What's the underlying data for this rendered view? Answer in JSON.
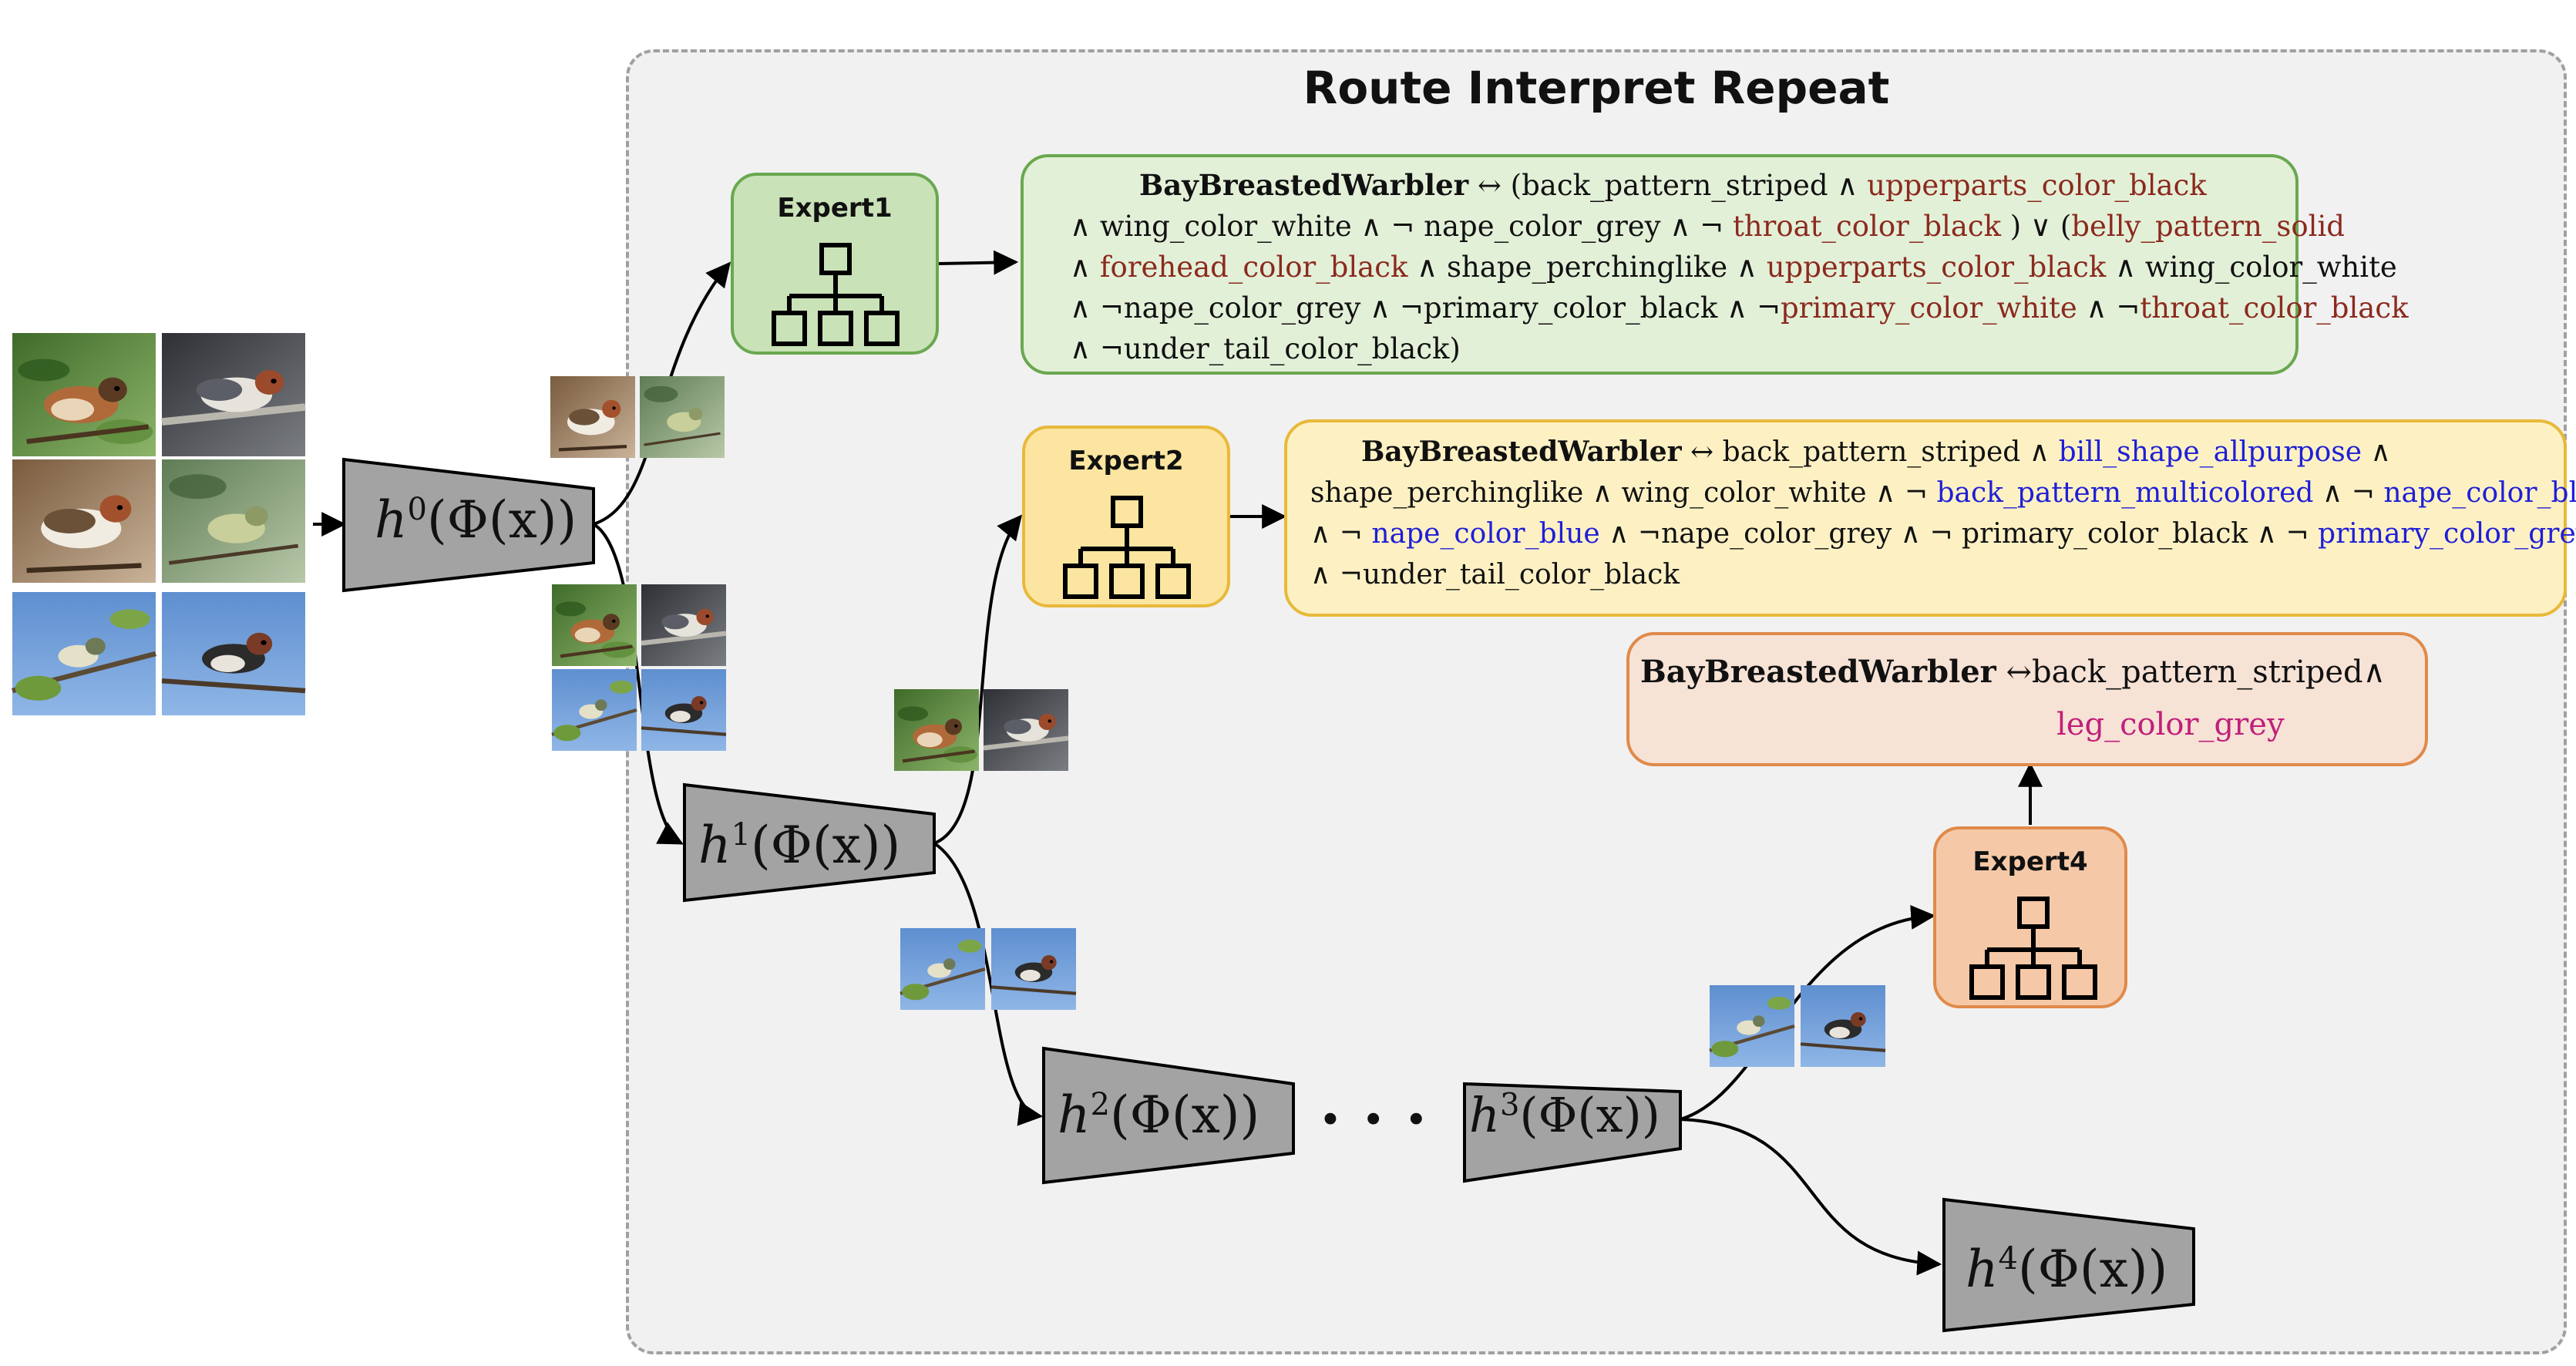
{
  "title": "Route Interpret Repeat",
  "experts": [
    {
      "label": "Expert1"
    },
    {
      "label": "Expert2"
    },
    {
      "label": "Expert4"
    }
  ],
  "selectors": [
    {
      "base": "h",
      "sup": "0",
      "arg": "(Φ(x))"
    },
    {
      "base": "h",
      "sup": "1",
      "arg": "(Φ(x))"
    },
    {
      "base": "h",
      "sup": "2",
      "arg": "(Φ(x))"
    },
    {
      "base": "h",
      "sup": "3",
      "arg": "(Φ(x))"
    },
    {
      "base": "h",
      "sup": "4",
      "arg": "(Φ(x))"
    }
  ],
  "ellipsis": "· · ·",
  "rules": {
    "expert1": {
      "line1_a": "BayBreastedWarbler",
      "line1_b": " ↔ (back_pattern_striped ∧ ",
      "line1_c": "upperparts_color_black",
      "line2_a": "∧ wing_color_white ∧ ¬ nape_color_grey ∧ ¬ ",
      "line2_b": "throat_color_black",
      "line2_c": " ) ∨ (",
      "line2_d": "belly_pattern_solid",
      "line3_a": "∧ ",
      "line3_b": "forehead_color_black",
      "line3_c": " ∧ shape_perchinglike ∧ ",
      "line3_d": "upperparts_color_black",
      "line3_e": " ∧ wing_color_white",
      "line4_a": "∧ ¬nape_color_grey ∧ ¬primary_color_black ∧ ¬",
      "line4_b": "primary_color_white",
      "line4_c": " ∧ ¬",
      "line4_d": "throat_color_black",
      "line5_a": "∧ ¬under_tail_color_black)"
    },
    "expert2": {
      "line1_a": "BayBreastedWarbler",
      "line1_b": " ↔ back_pattern_striped ∧ ",
      "line1_c": "bill_shape_allpurpose",
      "line1_d": " ∧",
      "line2_a": "shape_perchinglike ∧ wing_color_white ∧ ¬ ",
      "line2_b": "back_pattern_multicolored",
      "line2_c": " ∧ ¬ ",
      "line2_d": "nape_color_black",
      "line3_a": "∧ ¬ ",
      "line3_b": "nape_color_blue",
      "line3_c": " ∧ ¬nape_color_grey ∧ ¬ primary_color_black ∧ ¬ ",
      "line3_d": "primary_color_grey",
      "line4_a": "∧ ¬under_tail_color_black"
    },
    "expert4": {
      "line1_a": "BayBreastedWarbler",
      "line1_b": " ↔back_pattern_striped∧",
      "line2_a": "leg_color_grey"
    }
  },
  "colors": {
    "expert1_fill": "#c9e2b8",
    "expert1_border": "#6aa84f",
    "expert2_fill": "#fbe5a0",
    "expert2_border": "#e8b93a",
    "expert4_fill": "#f5c9a8",
    "expert4_border": "#e08a4a",
    "selector_fill": "#a3a3a3",
    "panel_fill": "#f1f1f1"
  }
}
